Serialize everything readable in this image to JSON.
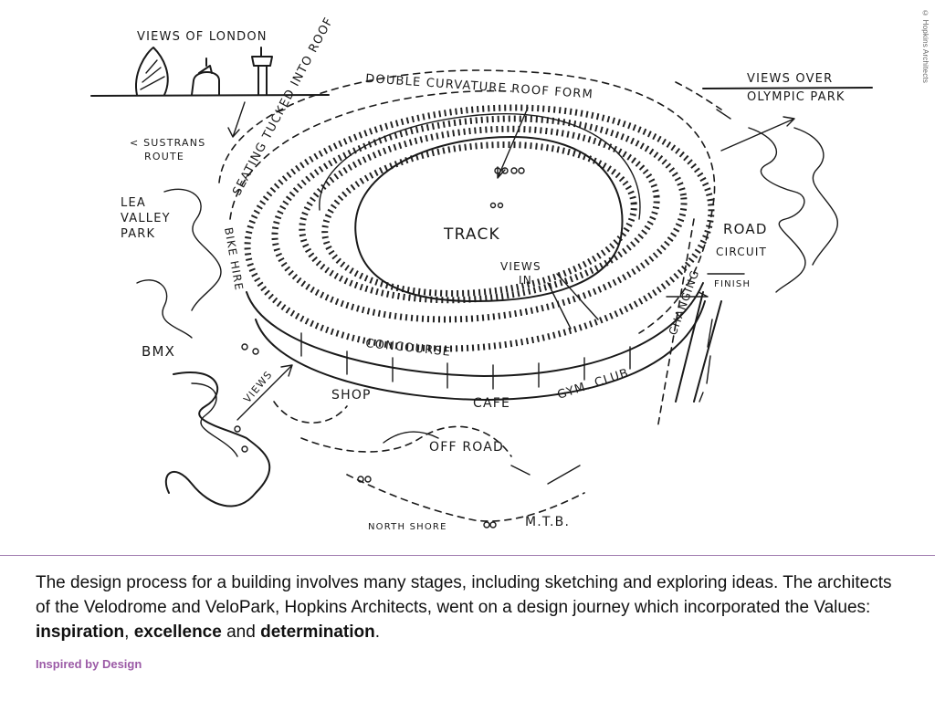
{
  "copyright": "© Hopkins Architects",
  "sketch_labels": {
    "views_of_london": "VIEWS OF LONDON",
    "double_curvature": "DOUBLE CURVATURE ROOF FORM",
    "seating_tucked": "SEATING TUCKED INTO ROOF",
    "views_over": "VIEWS OVER",
    "olympic_park": "OLYMPIC PARK",
    "sustrans": "< SUSTRANS",
    "route": "ROUTE",
    "lea": "LEA",
    "valley": "VALLEY",
    "park": "PARK",
    "track": "TRACK",
    "views": "VIEWS",
    "in": "IN",
    "road": "ROAD",
    "circuit": "CIRCUIT",
    "finish": "FINISH",
    "changing": "CHANGING",
    "bike_hire": "BIKE HIRE",
    "bmx": "BMX",
    "concourse": "CONCOURSE",
    "views_lower": "VIEWS",
    "shop": "SHOP",
    "cafe": "CAFE",
    "gym_club": "GYM. CLUB",
    "off_road": "OFF ROAD",
    "north_shore": "NORTH SHORE",
    "mtb": "M.T.B."
  },
  "caption": {
    "text_main": "The design process for a building involves many stages, including sketching and exploring ideas. The architects of the Velodrome and VeloPark, Hopkins Architects, went on a design journey which incorporated the Values: ",
    "value1": "inspiration",
    "sep1": ", ",
    "value2": "excellence",
    "sep2": " and ",
    "value3": "determination",
    "end": "."
  },
  "footer": "Inspired by Design"
}
